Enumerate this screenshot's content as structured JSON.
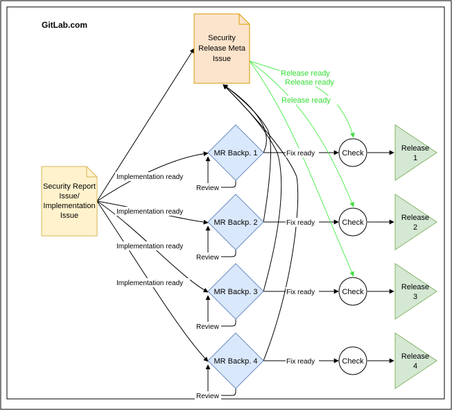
{
  "brand": "GitLab.com",
  "colors": {
    "meta_fill": "#fce4cc",
    "meta_stroke": "#d79b00",
    "report_fill": "#fff2cc",
    "report_stroke": "#d6b656",
    "diamond_fill": "#dae8fc",
    "diamond_stroke": "#6c8ebf",
    "release_fill": "#d5e8d4",
    "release_stroke": "#82b366",
    "green_edge": "#55ee55"
  },
  "meta_issue": {
    "lines": [
      "Security",
      "Release Meta",
      "Issue"
    ]
  },
  "report_issue": {
    "lines": [
      "Security Report",
      "Issue/",
      "Implementation",
      "Issue"
    ]
  },
  "backports": [
    {
      "label": "MR Backp. 1"
    },
    {
      "label": "MR Backp. 2"
    },
    {
      "label": "MR Backp. 3"
    },
    {
      "label": "MR Backp. 4"
    }
  ],
  "checks": [
    "Check",
    "Check",
    "Check",
    "Check"
  ],
  "releases": [
    {
      "lines": [
        "Release",
        "1"
      ]
    },
    {
      "lines": [
        "Release",
        "2"
      ]
    },
    {
      "lines": [
        "Release",
        "3"
      ]
    },
    {
      "lines": [
        "Release",
        "4"
      ]
    }
  ],
  "edge_labels": {
    "implementation_ready": "Implementation ready",
    "review": "Review",
    "fix_ready": "Fix ready",
    "release_ready": "Release ready"
  }
}
